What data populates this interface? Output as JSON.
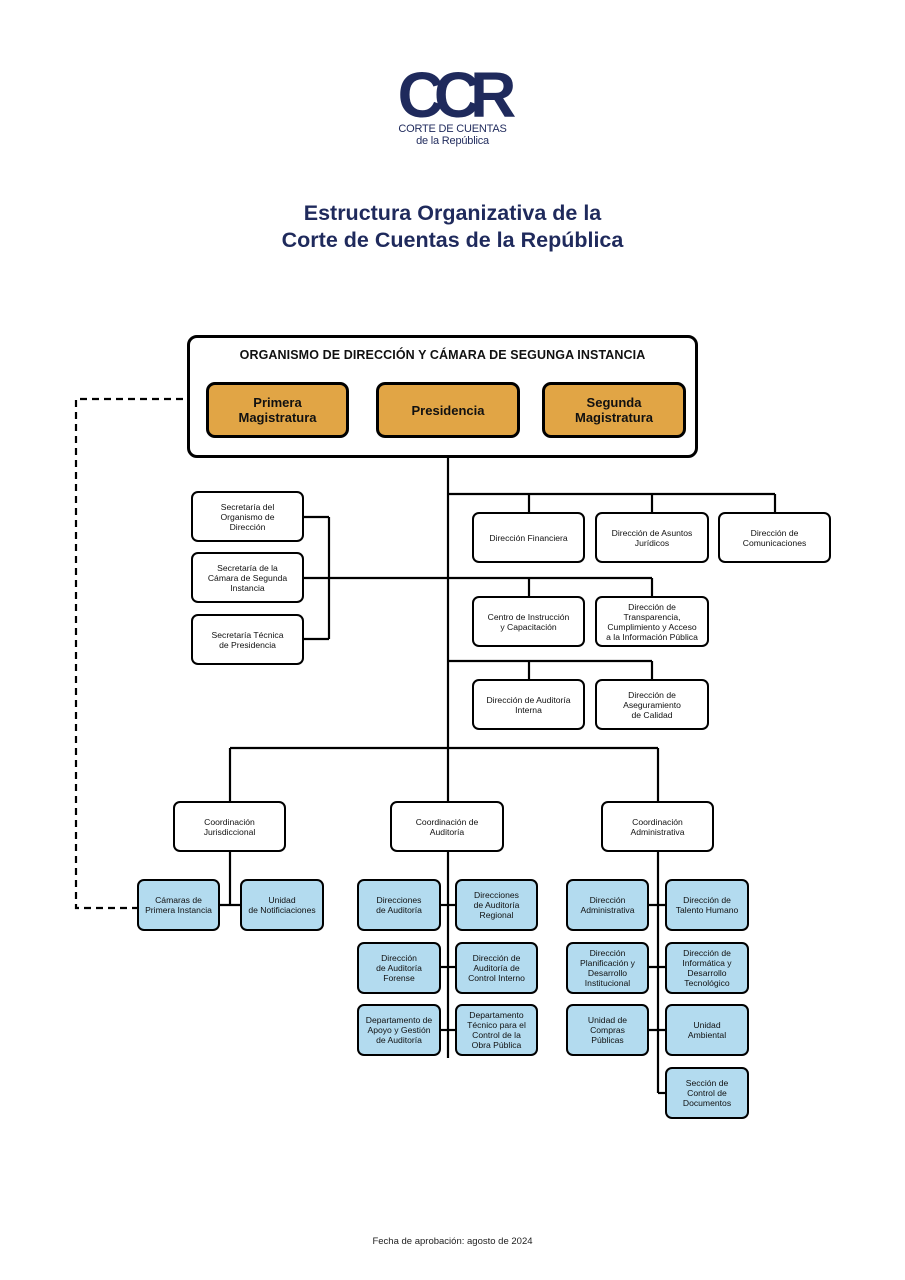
{
  "header": {
    "logo_text": "CCR",
    "logo_subtitle_line1": "CORTE DE CUENTAS",
    "logo_subtitle_line2": "de la República",
    "title_line1": "Estructura Organizativa de la",
    "title_line2": "Corte de Cuentas de la República",
    "brand_color": "#1f2a5c"
  },
  "colors": {
    "gold_box": "#e1a545",
    "blue_box": "#b3dbef",
    "line": "#000000"
  },
  "top_group": {
    "title": "ORGANISMO DE DIRECCIÓN Y CÁMARA DE SEGUNGA INSTANCIA",
    "primera": "Primera\nMagistratura",
    "presidencia": "Presidencia",
    "segunda": "Segunda\nMagistratura"
  },
  "secretarias": [
    "Secretaría del\nOrganismo de\nDirección",
    "Secretaría de la\nCámara de Segunda\nInstancia",
    "Secretaría Técnica\nde Presidencia"
  ],
  "direcciones_row1": [
    "Dirección Financiera",
    "Dirección de Asuntos\nJurídicos",
    "Dirección de\nComunicaciones"
  ],
  "direcciones_row2": [
    "Centro de Instrucción\ny Capacitación",
    "Dirección de\nTransparencia,\nCumplimiento y Acceso\na la Información Pública"
  ],
  "direcciones_row3": [
    "Dirección de Auditoría\nInterna",
    "Dirección de\nAseguramiento\nde Calidad"
  ],
  "coordinaciones": {
    "jurisdiccional": {
      "label": "Coordinación\nJurisdiccional",
      "units": [
        "Cámaras de\nPrimera Instancia",
        "Unidad\nde Notificiaciones"
      ]
    },
    "auditoria": {
      "label": "Coordinación de\nAuditoría",
      "units": [
        "Direcciones\nde Auditoría",
        "Direcciones\nde Auditoría\nRegional",
        "Dirección\nde Auditoría\nForense",
        "Dirección de\nAuditoría de\nControl Interno",
        "Departamento de\nApoyo y Gestión\nde Auditoría",
        "Departamento\nTécnico para el\nControl de la\nObra Pública"
      ]
    },
    "administrativa": {
      "label": "Coordinación\nAdministrativa",
      "units": [
        "Dirección\nAdministrativa",
        "Dirección de\nTalento Humano",
        "Dirección\nPlanificación y\nDesarrollo\nInstitucional",
        "Dirección de\nInformática y\nDesarrollo\nTecnológico",
        "Unidad de\nCompras\nPúblicas",
        "Unidad\nAmbiental",
        "Sección de\nControl de\nDocumentos"
      ]
    }
  },
  "footer": {
    "approval": "Fecha de aprobación: agosto de 2024"
  }
}
